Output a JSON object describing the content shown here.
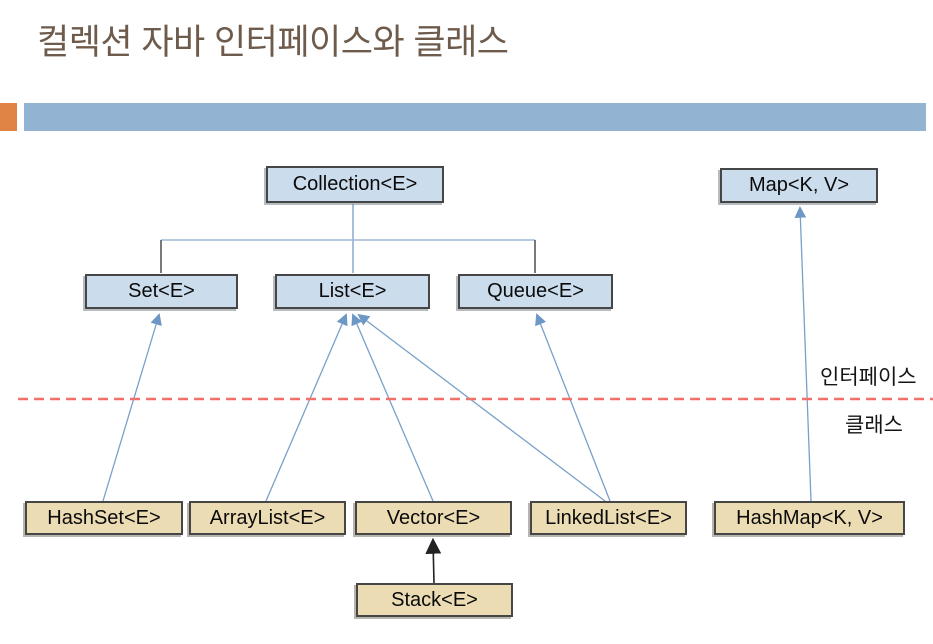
{
  "title": {
    "text": "컬렉션 자바 인터페이스와 클래스"
  },
  "zone_labels": {
    "interfaces": "인터페이스",
    "classes": "클래스"
  },
  "nodes": {
    "interfaces": [
      {
        "id": "collection",
        "label": "Collection<E>"
      },
      {
        "id": "set",
        "label": "Set<E>"
      },
      {
        "id": "list",
        "label": "List<E>"
      },
      {
        "id": "queue",
        "label": "Queue<E>"
      },
      {
        "id": "map",
        "label": "Map<K, V>"
      }
    ],
    "classes": [
      {
        "id": "hashset",
        "label": "HashSet<E>"
      },
      {
        "id": "arraylist",
        "label": "ArrayList<E>"
      },
      {
        "id": "vector",
        "label": "Vector<E>"
      },
      {
        "id": "linkedlist",
        "label": "LinkedList<E>"
      },
      {
        "id": "hashmap",
        "label": "HashMap<K, V>"
      },
      {
        "id": "stack",
        "label": "Stack<E>"
      }
    ]
  },
  "edges": [
    {
      "from": "Collection<E>",
      "to": "Set<E>",
      "type": "parent-interface"
    },
    {
      "from": "Collection<E>",
      "to": "List<E>",
      "type": "parent-interface"
    },
    {
      "from": "Collection<E>",
      "to": "Queue<E>",
      "type": "parent-interface"
    },
    {
      "from": "HashSet<E>",
      "to": "Set<E>",
      "type": "implements"
    },
    {
      "from": "ArrayList<E>",
      "to": "List<E>",
      "type": "implements"
    },
    {
      "from": "Vector<E>",
      "to": "List<E>",
      "type": "implements"
    },
    {
      "from": "LinkedList<E>",
      "to": "List<E>",
      "type": "implements"
    },
    {
      "from": "LinkedList<E>",
      "to": "Queue<E>",
      "type": "implements"
    },
    {
      "from": "HashMap<K, V>",
      "to": "Map<K, V>",
      "type": "implements"
    },
    {
      "from": "Stack<E>",
      "to": "Vector<E>",
      "type": "extends"
    }
  ],
  "colors": {
    "title_text": "#6e5b4c",
    "accent_square": "#e08445",
    "title_bar": "#92b4d2",
    "interface_fill": "#cbdcec",
    "class_fill": "#ecdcb4",
    "node_border": "#464646",
    "relation_line": "#7aa0c8",
    "extends_line": "#222222",
    "divider_line": "#f3716b"
  }
}
